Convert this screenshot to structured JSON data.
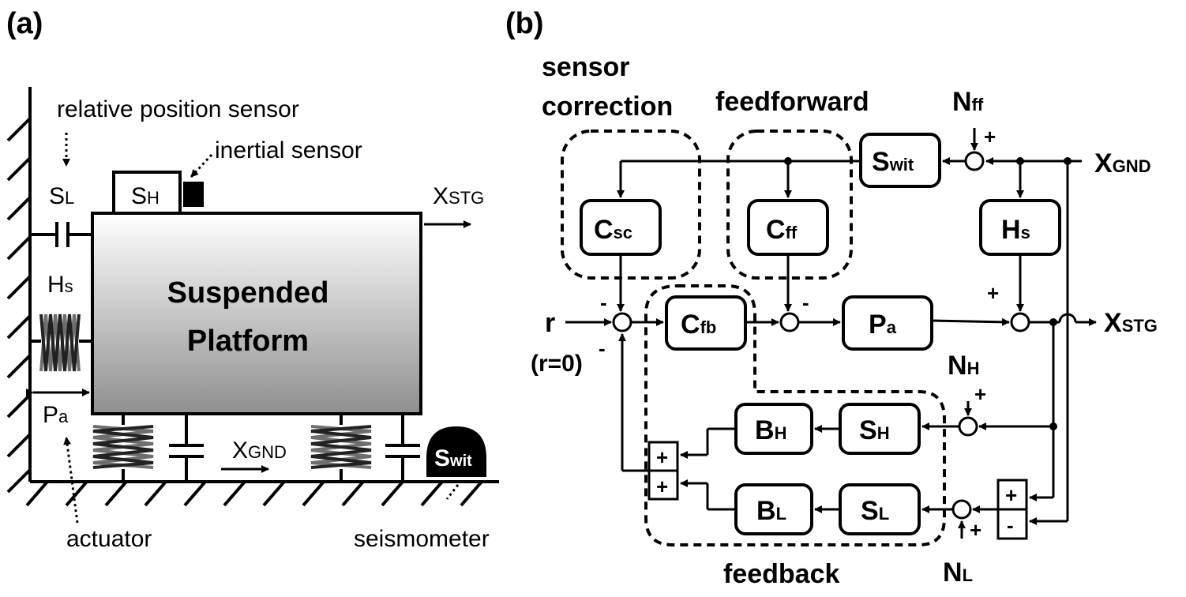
{
  "panel_a": {
    "tag": "(a)",
    "relative_position_sensor": "relative position  sensor",
    "inertial_sensor": "inertial sensor",
    "actuator": "actuator",
    "seismometer": "seismometer",
    "platform_line1": "Suspended",
    "platform_line2": "Platform",
    "SL": {
      "main": "S",
      "sub": "L"
    },
    "SH": {
      "main": "S",
      "sub": "H"
    },
    "Hs": {
      "main": "H",
      "sub": "s"
    },
    "Pa": {
      "main": "P",
      "sub": "a"
    },
    "XSTG": {
      "main": "X",
      "sub": "STG"
    },
    "XGND": {
      "main": "X",
      "sub": "GND"
    },
    "Swit": {
      "main": "S",
      "sub": "wit"
    }
  },
  "panel_b": {
    "tag": "(b)",
    "group_sensor_correction_1": "sensor",
    "group_sensor_correction_2": "correction",
    "group_feedforward": "feedforward",
    "group_feedback": "feedback",
    "r": "r",
    "r_note": "(r=0)",
    "XGND": {
      "main": "X",
      "sub": "GND"
    },
    "XSTG": {
      "main": "X",
      "sub": "STG"
    },
    "Nff": {
      "main": "N",
      "sub": "ff"
    },
    "NH": {
      "main": "N",
      "sub": "H"
    },
    "NL": {
      "main": "N",
      "sub": "L"
    },
    "blocks": {
      "Swit": {
        "main": "S",
        "sub": "wit"
      },
      "Csc": {
        "main": "C",
        "sub": "sc"
      },
      "Cff": {
        "main": "C",
        "sub": "ff"
      },
      "Hs": {
        "main": "H",
        "sub": "s"
      },
      "Cfb": {
        "main": "C",
        "sub": "fb"
      },
      "Pa": {
        "main": "P",
        "sub": "a"
      },
      "BH": {
        "main": "B",
        "sub": "H"
      },
      "SH": {
        "main": "S",
        "sub": "H"
      },
      "BL": {
        "main": "B",
        "sub": "L"
      },
      "SL": {
        "main": "S",
        "sub": "L"
      }
    },
    "plus": "+",
    "minus": "-"
  }
}
